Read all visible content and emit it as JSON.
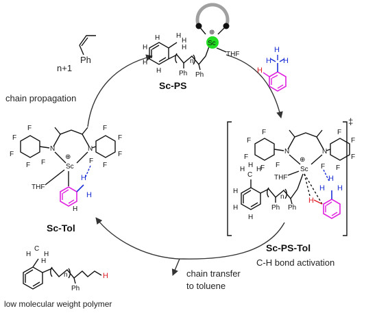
{
  "labels": {
    "sc_ps": "Sc-PS",
    "sc_tol": "Sc-Tol",
    "sc_ps_tol": "Sc-PS-Tol",
    "chain_propagation": "chain propagation",
    "ch_activation": "C-H bond activation",
    "chain_transfer_1": "chain transfer",
    "chain_transfer_2": "to toluene",
    "low_mw_polymer": "low molecular weight polymer",
    "monomer_prefix": "n+1",
    "ts_symbol": "‡"
  },
  "atoms": {
    "sc": "Sc",
    "thf": "THF",
    "ph": "Ph",
    "n": "N",
    "f": "F",
    "h": "H",
    "c": "C",
    "plus": "⊕",
    "n_sub": "n"
  },
  "colors": {
    "magenta": "#e020e0",
    "blue": "#1a2fd6",
    "red": "#e01b24",
    "green": "#22dd22",
    "grey": "#a0a0a0"
  }
}
